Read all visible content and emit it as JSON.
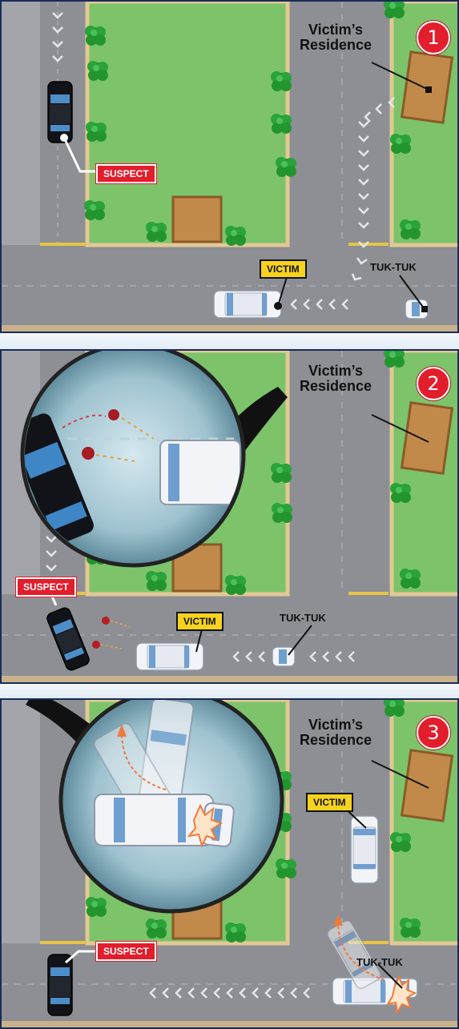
{
  "panels": [
    {
      "number": "1",
      "residence": "Victim’s\nResidence",
      "victim": "VICTIM",
      "suspect": "SUSPECT",
      "tuk_tuk": "TUK-TUK"
    },
    {
      "number": "2",
      "residence": "Victim’s\nResidence",
      "victim": "VICTIM",
      "suspect": "SUSPECT",
      "tuk_tuk": "TUK-TUK"
    },
    {
      "number": "3",
      "residence": "Victim’s\nResidence",
      "victim": "VICTIM",
      "suspect": "SUSPECT",
      "tuk_tuk": "TUK-TUK"
    }
  ],
  "colors": {
    "road": "#8d8f94",
    "grass": "#7cc36a",
    "building": "#c28a4a",
    "label_victim": "#f7d21e",
    "label_suspect": "#e21d2c",
    "step_badge": "#e21d2c",
    "border": "#1a2a5a"
  },
  "icons": [
    "tree-icon",
    "car-icon",
    "tuk-tuk-icon",
    "person-icon",
    "magnifier-icon",
    "chevron-arrow-icon",
    "impact-burst-icon"
  ]
}
